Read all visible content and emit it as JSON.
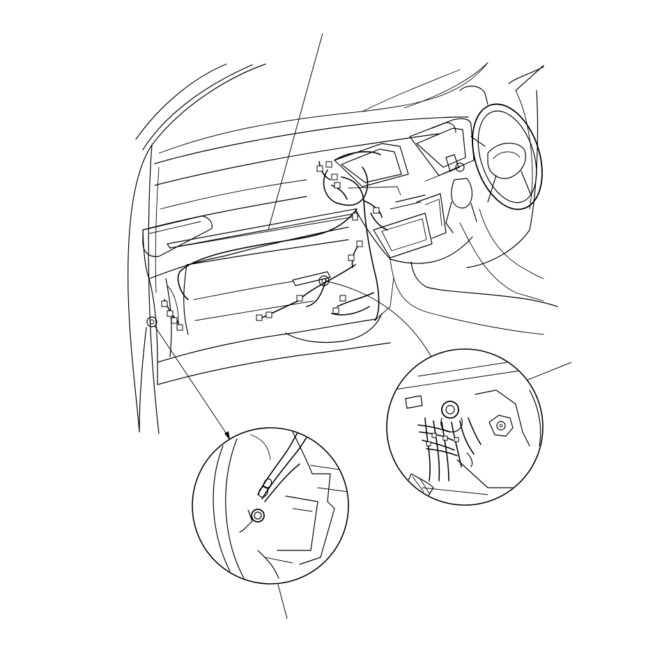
{
  "diagram": {
    "description_text": "",
    "colors": {
      "line": "#000000",
      "background": "#ffffff"
    },
    "parts": {
      "dashboard": "dashboard",
      "steering_wheel": "steering-wheel",
      "wire_harness": "dashboard-wire-harness",
      "left_ground_bolt": "left-ground-bolt",
      "center_ground_bolt": "center-ground-bolt"
    }
  }
}
